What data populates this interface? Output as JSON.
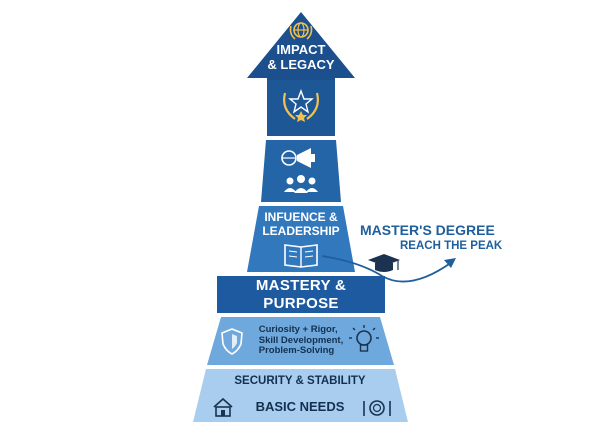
{
  "tiers": {
    "impact": {
      "title": "IMPACT\n& LEGACY",
      "icon": "laurel-globe-icon",
      "color": "#1b4f8e"
    },
    "award": {
      "icon": "laurel-star-icon",
      "color": "#1d5796"
    },
    "voice": {
      "icon": "megaphone-globe-icon",
      "icon2": "group-people-icon",
      "color": "#2465a8"
    },
    "influence": {
      "title": "INFUENCE &\nLEADERSHIP",
      "icon": "open-book-icon",
      "color": "#3278bd"
    },
    "mastery": {
      "title": "MASTERY & PURPOSE",
      "color": "#1e5aa0"
    },
    "growth": {
      "text": "Curiosity + Rigor,\nSkill Development,\nProblem-Solving",
      "icon": "shield-icon",
      "icon2": "lightbulb-icon",
      "color": "#6fa8dc"
    },
    "base": {
      "title": "SECURITY & STABILITY",
      "subtitle": "BASIC NEEDS",
      "icon": "house-icon",
      "icon2": "plate-utensils-icon",
      "color": "#a8cdee"
    }
  },
  "annotation": {
    "line1": "MASTER'S DEGREE",
    "line2": "REACH THE PEAK",
    "icon": "graduation-cap-icon",
    "color": "#1f5f9c"
  }
}
